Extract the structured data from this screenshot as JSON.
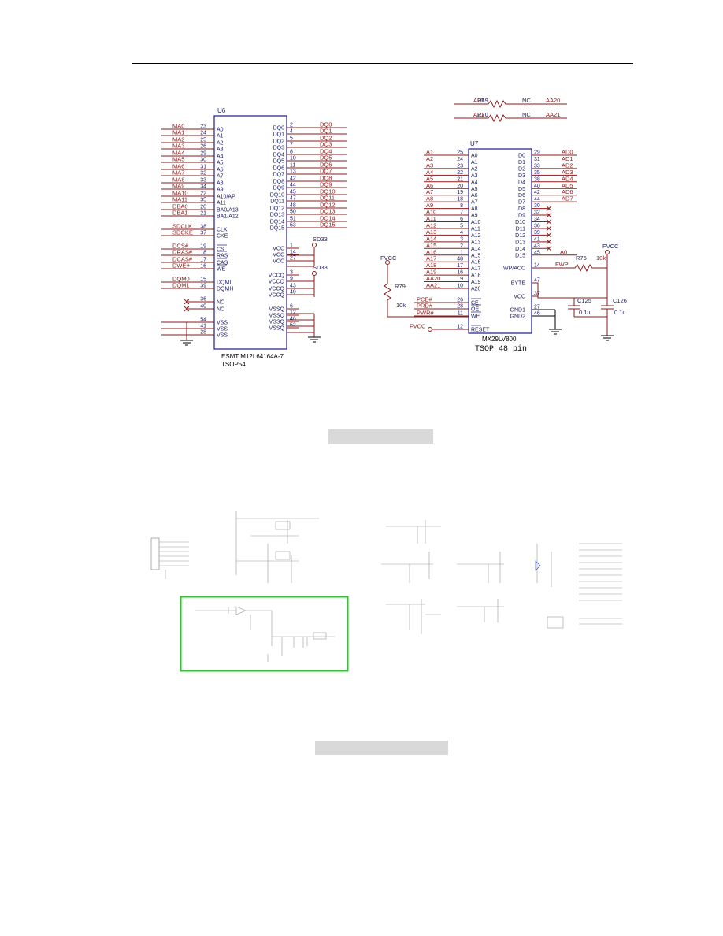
{
  "colors": {
    "wire": "#8b1a1a",
    "ink": "#1a1a60",
    "box": "#1a1a8a",
    "highlight": "#22cc22",
    "caption_bg": "#d9d9d9"
  },
  "u6": {
    "ref": "U6",
    "part_name": "ESMT M12L64164A-7",
    "package": "TSOP54",
    "left_pins": [
      {
        "net": "MA0",
        "num": "23",
        "name": "A0"
      },
      {
        "net": "MA1",
        "num": "24",
        "name": "A1"
      },
      {
        "net": "MA2",
        "num": "25",
        "name": "A2"
      },
      {
        "net": "MA3",
        "num": "26",
        "name": "A3"
      },
      {
        "net": "MA4",
        "num": "29",
        "name": "A4"
      },
      {
        "net": "MA5",
        "num": "30",
        "name": "A5"
      },
      {
        "net": "MA6",
        "num": "31",
        "name": "A6"
      },
      {
        "net": "MA7",
        "num": "32",
        "name": "A7"
      },
      {
        "net": "MA8",
        "num": "33",
        "name": "A8"
      },
      {
        "net": "MA9",
        "num": "34",
        "name": "A9"
      },
      {
        "net": "MA10",
        "num": "22",
        "name": "A10/AP"
      },
      {
        "net": "MA11",
        "num": "35",
        "name": "A11"
      },
      {
        "net": "DBA0",
        "num": "20",
        "name": "BA0/A13"
      },
      {
        "net": "DBA1",
        "num": "21",
        "name": "BA1/A12"
      },
      {
        "net": "SDCLK",
        "num": "38",
        "name": "CLK"
      },
      {
        "net": "SDCKE",
        "num": "37",
        "name": "CKE"
      },
      {
        "net": "DCS#",
        "num": "19",
        "name": "CS"
      },
      {
        "net": "DRAS#",
        "num": "18",
        "name": "RAS"
      },
      {
        "net": "DCAS#",
        "num": "17",
        "name": "CAS"
      },
      {
        "net": "DWE#",
        "num": "16",
        "name": "WE"
      },
      {
        "net": "DQM0",
        "num": "15",
        "name": "DQML"
      },
      {
        "net": "DQM1",
        "num": "39",
        "name": "DQMH"
      },
      {
        "net": "",
        "num": "36",
        "name": "NC"
      },
      {
        "net": "",
        "num": "40",
        "name": "NC"
      },
      {
        "net": "",
        "num": "54",
        "name": "VSS"
      },
      {
        "net": "",
        "num": "41",
        "name": "VSS"
      },
      {
        "net": "",
        "num": "28",
        "name": "VSS"
      }
    ],
    "right_pins": [
      {
        "net": "DQ0",
        "num": "2",
        "name": "DQ0"
      },
      {
        "net": "DQ1",
        "num": "4",
        "name": "DQ1"
      },
      {
        "net": "DQ2",
        "num": "5",
        "name": "DQ2"
      },
      {
        "net": "DQ3",
        "num": "7",
        "name": "DQ3"
      },
      {
        "net": "DQ4",
        "num": "8",
        "name": "DQ4"
      },
      {
        "net": "DQ5",
        "num": "10",
        "name": "DQ5"
      },
      {
        "net": "DQ6",
        "num": "11",
        "name": "DQ6"
      },
      {
        "net": "DQ7",
        "num": "13",
        "name": "DQ7"
      },
      {
        "net": "DQ8",
        "num": "42",
        "name": "DQ8"
      },
      {
        "net": "DQ9",
        "num": "44",
        "name": "DQ9"
      },
      {
        "net": "DQ10",
        "num": "45",
        "name": "DQ10"
      },
      {
        "net": "DQ11",
        "num": "47",
        "name": "DQ11"
      },
      {
        "net": "DQ12",
        "num": "48",
        "name": "DQ12"
      },
      {
        "net": "DQ13",
        "num": "50",
        "name": "DQ13"
      },
      {
        "net": "DQ14",
        "num": "51",
        "name": "DQ14"
      },
      {
        "net": "DQ15",
        "num": "53",
        "name": "DQ15"
      },
      {
        "net": "",
        "num": "1",
        "name": "VCC"
      },
      {
        "net": "",
        "num": "14",
        "name": "VCC"
      },
      {
        "net": "",
        "num": "27",
        "name": "VCC"
      },
      {
        "net": "",
        "num": "3",
        "name": "VCCQ"
      },
      {
        "net": "",
        "num": "9",
        "name": "VCCQ"
      },
      {
        "net": "",
        "num": "43",
        "name": "VCCQ"
      },
      {
        "net": "",
        "num": "49",
        "name": "VCCQ"
      },
      {
        "net": "",
        "num": "6",
        "name": "VSSQ"
      },
      {
        "net": "",
        "num": "12",
        "name": "VSSQ"
      },
      {
        "net": "",
        "num": "46",
        "name": "VSSQ"
      },
      {
        "net": "",
        "num": "52",
        "name": "VSSQ"
      }
    ],
    "power_label_1": "SD33",
    "power_label_2": "SD33"
  },
  "u7": {
    "ref": "U7",
    "part_name": "MX29LV800",
    "package": "TSOP 48 pin",
    "left_pins": [
      {
        "net": "A1",
        "num": "25",
        "name": "A0"
      },
      {
        "net": "A2",
        "num": "24",
        "name": "A1"
      },
      {
        "net": "A3",
        "num": "23",
        "name": "A2"
      },
      {
        "net": "A4",
        "num": "22",
        "name": "A3"
      },
      {
        "net": "A5",
        "num": "21",
        "name": "A4"
      },
      {
        "net": "A6",
        "num": "20",
        "name": "A5"
      },
      {
        "net": "A7",
        "num": "19",
        "name": "A6"
      },
      {
        "net": "A8",
        "num": "18",
        "name": "A7"
      },
      {
        "net": "A9",
        "num": "8",
        "name": "A8"
      },
      {
        "net": "A10",
        "num": "7",
        "name": "A9"
      },
      {
        "net": "A11",
        "num": "6",
        "name": "A10"
      },
      {
        "net": "A12",
        "num": "5",
        "name": "A11"
      },
      {
        "net": "A13",
        "num": "4",
        "name": "A12"
      },
      {
        "net": "A14",
        "num": "3",
        "name": "A13"
      },
      {
        "net": "A15",
        "num": "2",
        "name": "A14"
      },
      {
        "net": "A16",
        "num": "1",
        "name": "A15"
      },
      {
        "net": "A17",
        "num": "48",
        "name": "A16"
      },
      {
        "net": "A18",
        "num": "17",
        "name": "A17"
      },
      {
        "net": "A19",
        "num": "16",
        "name": "A18"
      },
      {
        "net": "AA20",
        "num": "9",
        "name": "A19"
      },
      {
        "net": "AA21",
        "num": "10",
        "name": "A20"
      }
    ],
    "ctrl_pins": [
      {
        "net": "PCE#",
        "num": "26",
        "name": "CE"
      },
      {
        "net": "PRD#",
        "num": "28",
        "name": "OE"
      },
      {
        "net": "PWR#",
        "num": "11",
        "name": "WE"
      },
      {
        "net": "FVCC",
        "num": "12",
        "name": "RESET"
      }
    ],
    "right_pins": [
      {
        "net": "AD0",
        "num": "29",
        "name": "D0"
      },
      {
        "net": "AD1",
        "num": "31",
        "name": "D1"
      },
      {
        "net": "AD2",
        "num": "33",
        "name": "D2"
      },
      {
        "net": "AD3",
        "num": "35",
        "name": "D3"
      },
      {
        "net": "AD4",
        "num": "38",
        "name": "D4"
      },
      {
        "net": "AD5",
        "num": "40",
        "name": "D5"
      },
      {
        "net": "AD6",
        "num": "42",
        "name": "D6"
      },
      {
        "net": "AD7",
        "num": "44",
        "name": "D7"
      },
      {
        "net": "",
        "num": "30",
        "name": "D8"
      },
      {
        "net": "",
        "num": "32",
        "name": "D9"
      },
      {
        "net": "",
        "num": "34",
        "name": "D10"
      },
      {
        "net": "",
        "num": "36",
        "name": "D11"
      },
      {
        "net": "",
        "num": "39",
        "name": "D12"
      },
      {
        "net": "",
        "num": "41",
        "name": "D13"
      },
      {
        "net": "",
        "num": "43",
        "name": "D14"
      },
      {
        "net": "A0",
        "num": "45",
        "name": "D15"
      }
    ],
    "right_lower_pins": [
      {
        "num": "14",
        "name": "WP/ACC"
      },
      {
        "num": "47",
        "name": "BYTE"
      },
      {
        "num": "37",
        "name": "VCC"
      },
      {
        "num": "27",
        "name": "GND1"
      },
      {
        "num": "46",
        "name": "GND2"
      }
    ],
    "r69": {
      "left": "A20",
      "ref": "R69",
      "nc": "NC",
      "right": "AA20"
    },
    "r70": {
      "left": "A21",
      "ref": "R70",
      "nc": "NC",
      "right": "AA21"
    },
    "r75": {
      "ref": "R75",
      "value": "10k",
      "net": "FWP"
    },
    "r79": {
      "ref": "R79",
      "value": "10k"
    },
    "c125": {
      "ref": "C125",
      "value": "0.1u"
    },
    "c126": {
      "ref": "C126",
      "value": "0.1u"
    },
    "fvcc": "FVCC"
  },
  "captions": {
    "first": "",
    "second": ""
  }
}
